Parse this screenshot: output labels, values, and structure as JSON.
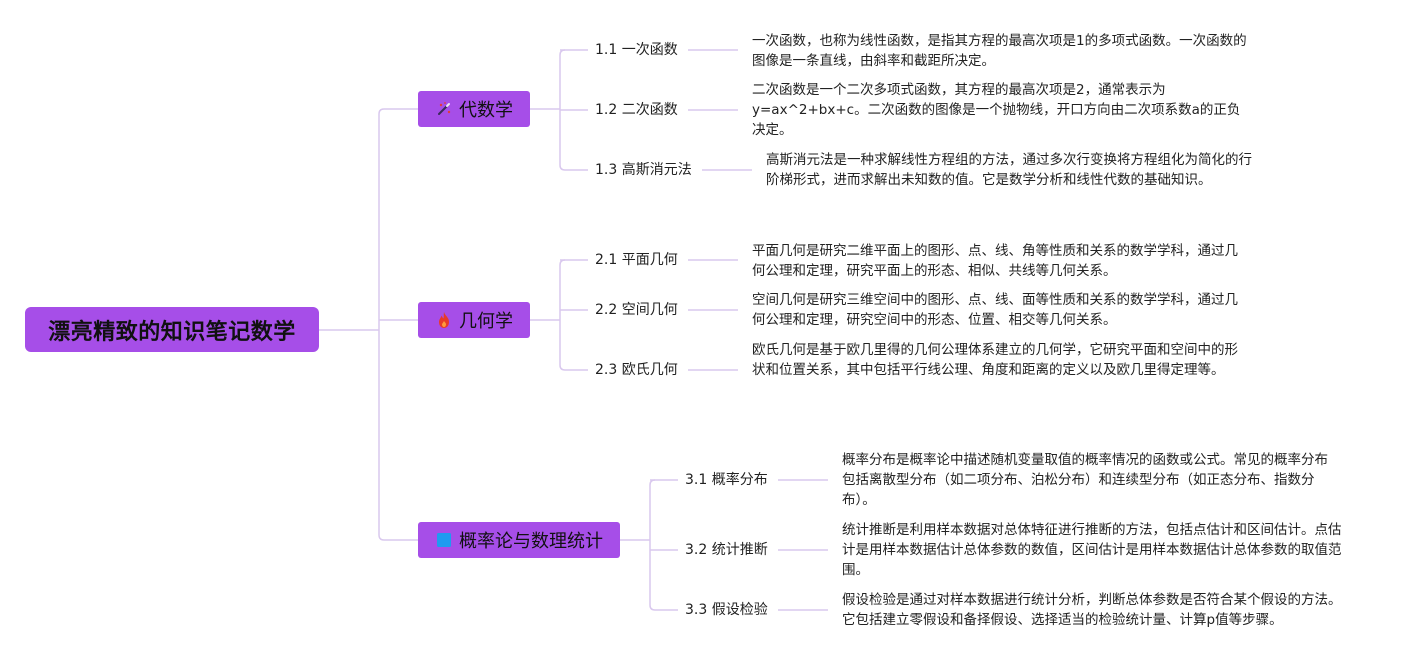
{
  "root": {
    "title": "漂亮精致的知识笔记数学"
  },
  "colors": {
    "node_fill": "#a64ee8",
    "connector": "#d9c8ee",
    "text": "#222222"
  },
  "branches": [
    {
      "label": "代数学",
      "icon": "magic-wand-icon",
      "topics": [
        {
          "label": "1.1 一次函数",
          "desc": "一次函数，也称为线性函数，是指其方程的最高次项是1的多项式函数。一次函数的图像是一条直线，由斜率和截距所决定。"
        },
        {
          "label": "1.2 二次函数",
          "desc": "二次函数是一个二次多项式函数，其方程的最高次项是2，通常表示为y=ax^2+bx+c。二次函数的图像是一个抛物线，开口方向由二次项系数a的正负决定。"
        },
        {
          "label": "1.3 高斯消元法",
          "desc": "高斯消元法是一种求解线性方程组的方法，通过多次行变换将方程组化为简化的行阶梯形式，进而求解出未知数的值。它是数学分析和线性代数的基础知识。"
        }
      ]
    },
    {
      "label": "几何学",
      "icon": "fire-icon",
      "topics": [
        {
          "label": "2.1 平面几何",
          "desc": "平面几何是研究二维平面上的图形、点、线、角等性质和关系的数学学科，通过几何公理和定理，研究平面上的形态、相似、共线等几何关系。"
        },
        {
          "label": "2.2 空间几何",
          "desc": "空间几何是研究三维空间中的图形、点、线、面等性质和关系的数学学科，通过几何公理和定理，研究空间中的形态、位置、相交等几何关系。"
        },
        {
          "label": "2.3 欧氏几何",
          "desc": "欧氏几何是基于欧几里得的几何公理体系建立的几何学，它研究平面和空间中的形状和位置关系，其中包括平行线公理、角度和距离的定义以及欧几里得定理等。"
        }
      ]
    },
    {
      "label": "概率论与数理统计",
      "icon": "blue-square-icon",
      "topics": [
        {
          "label": "3.1 概率分布",
          "desc": "概率分布是概率论中描述随机变量取值的概率情况的函数或公式。常见的概率分布包括离散型分布（如二项分布、泊松分布）和连续型分布（如正态分布、指数分布）。"
        },
        {
          "label": "3.2 统计推断",
          "desc": "统计推断是利用样本数据对总体特征进行推断的方法，包括点估计和区间估计。点估计是用样本数据估计总体参数的数值，区间估计是用样本数据估计总体参数的取值范围。"
        },
        {
          "label": "3.3 假设检验",
          "desc": "假设检验是通过对样本数据进行统计分析，判断总体参数是否符合某个假设的方法。它包括建立零假设和备择假设、选择适当的检验统计量、计算p值等步骤。"
        }
      ]
    }
  ]
}
